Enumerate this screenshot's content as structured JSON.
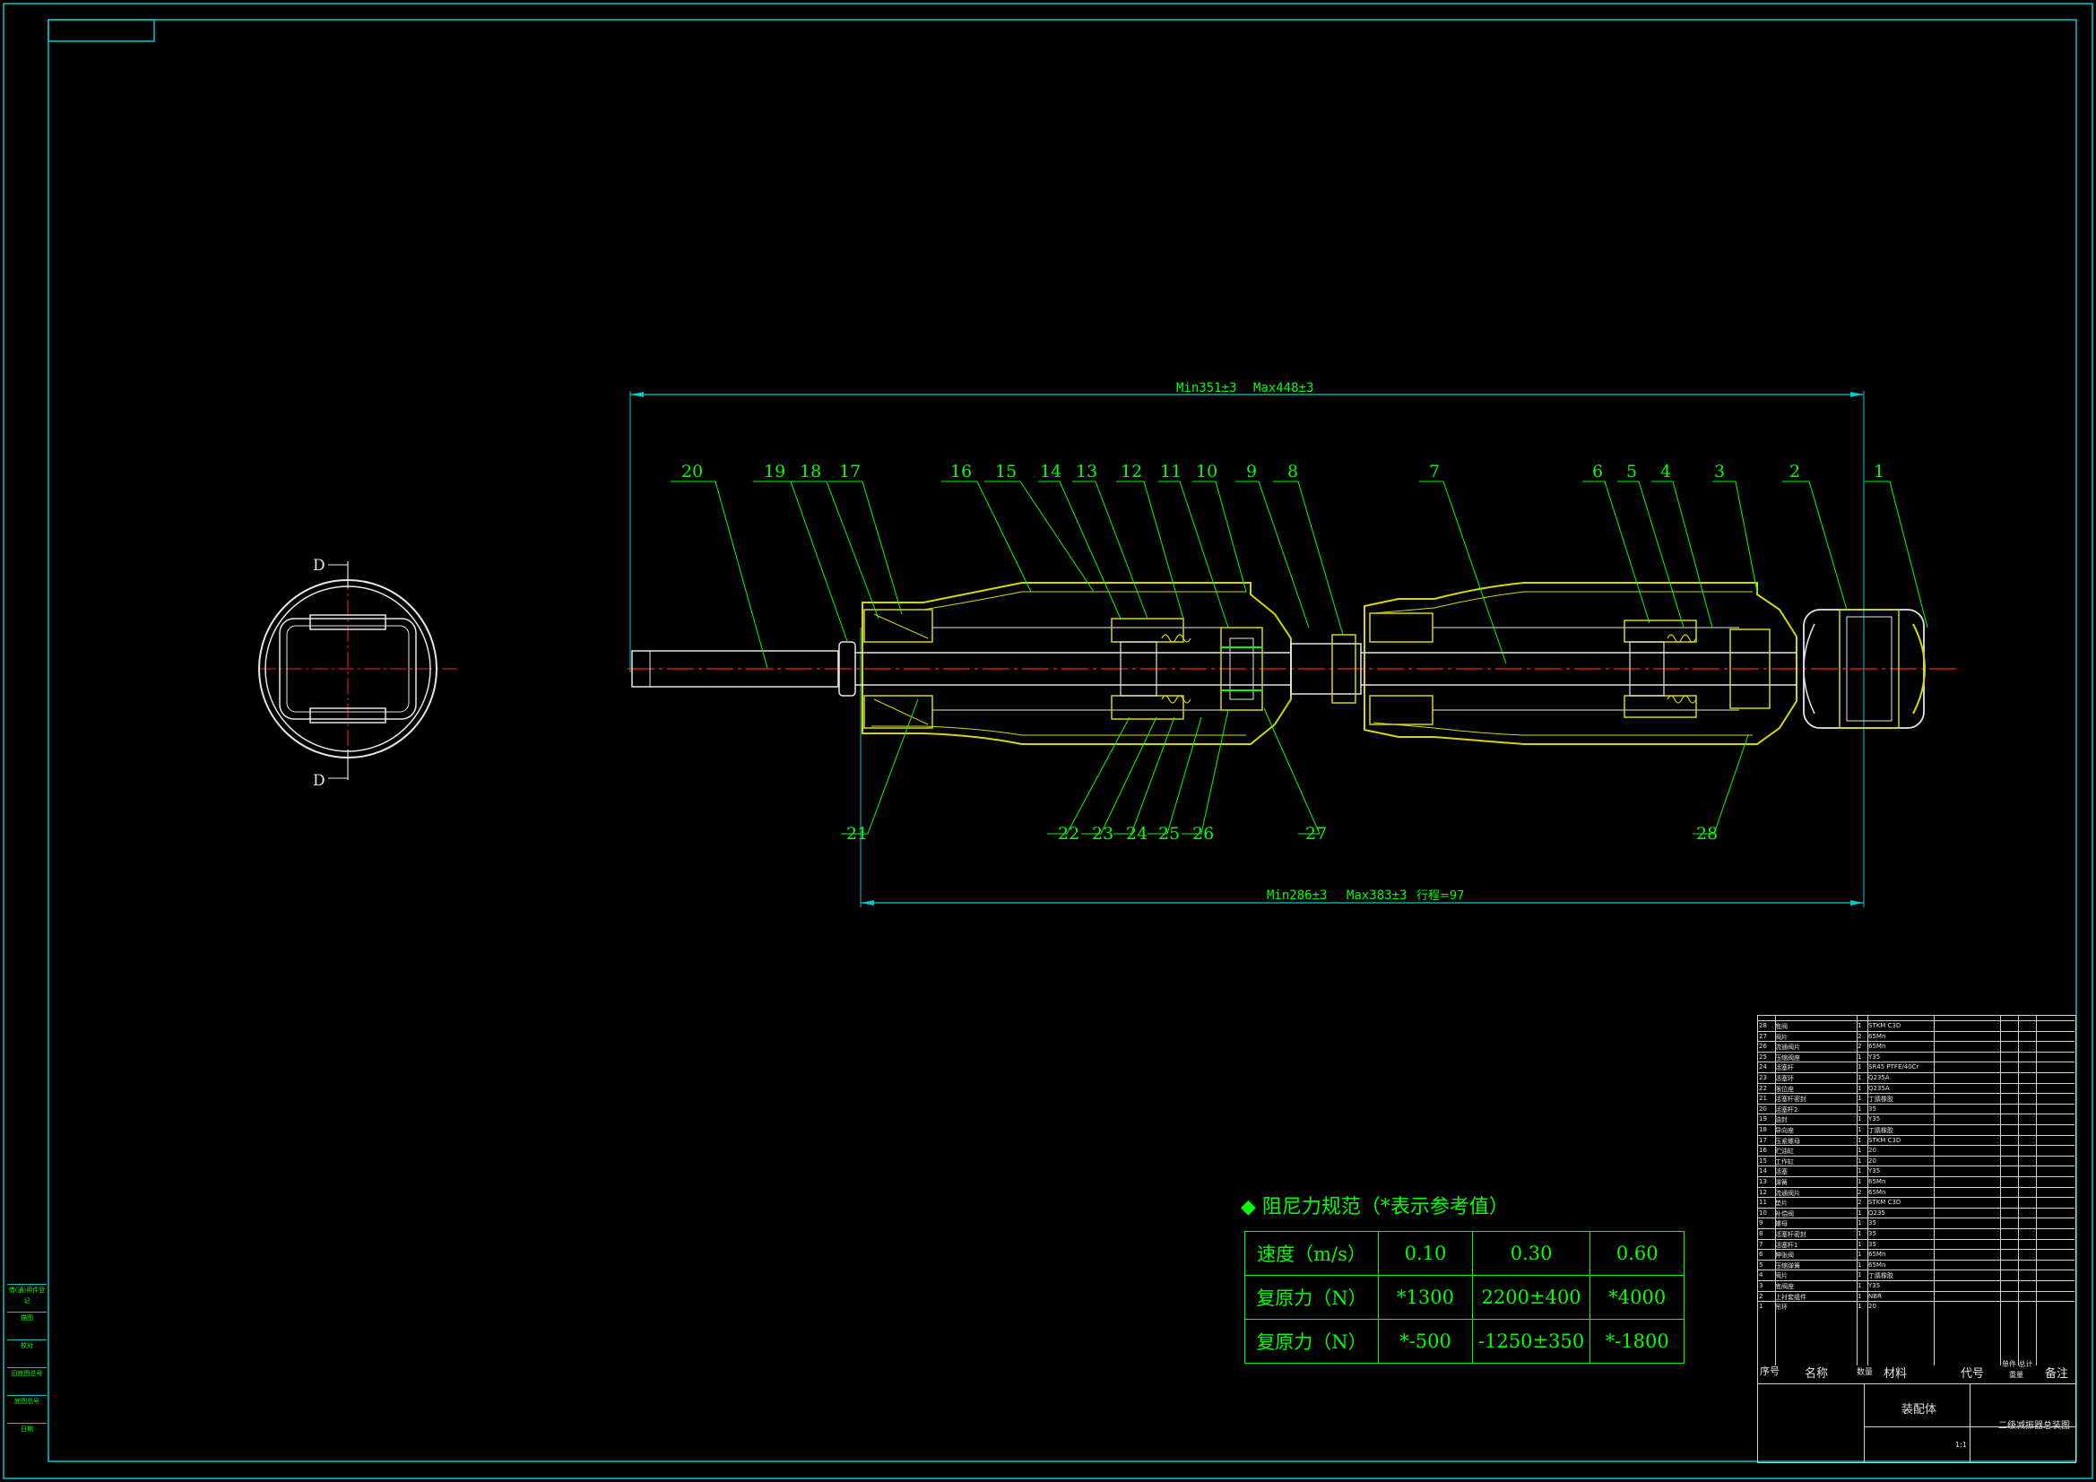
{
  "dimensions": {
    "top": {
      "min": "Min351±3",
      "max": "Max448±3"
    },
    "bottom": {
      "min": "Min286±3",
      "max": "Max383±3",
      "stroke": "行程=97"
    }
  },
  "section_marks": {
    "top": "D",
    "bottom": "D"
  },
  "callouts_top": [
    "20",
    "19",
    "18",
    "17",
    "16",
    "15",
    "14",
    "13",
    "12",
    "11",
    "10",
    "9",
    "8",
    "7",
    "6",
    "5",
    "4",
    "3",
    "2",
    "1"
  ],
  "callouts_bottom": [
    "21",
    "22",
    "23",
    "24",
    "25",
    "26",
    "27",
    "28"
  ],
  "damping": {
    "title": "阻尼力规范（*表示参考值）",
    "bullet": "◆",
    "rows": [
      {
        "label": "速度（m/s）",
        "values": [
          "0.10",
          "0.30",
          "0.60"
        ]
      },
      {
        "label": "复原力（N）",
        "values": [
          "*1300",
          "2200±400",
          "*4000"
        ]
      },
      {
        "label": "复原力（N）",
        "values": [
          "*-500",
          "-1250±350",
          "*-1800"
        ]
      }
    ]
  },
  "bom": {
    "headers": {
      "no": "序号",
      "name": "名称",
      "qty": "数量",
      "material": "材料",
      "code": "代号",
      "weight": "单件 总计",
      "weight_sub": "重量",
      "remark": "备注"
    },
    "rows": [
      {
        "no": "28",
        "name": "底阀",
        "qty": "1",
        "mat": "STKM C3D"
      },
      {
        "no": "27",
        "name": "阀片",
        "qty": "2",
        "mat": "65Mn"
      },
      {
        "no": "26",
        "name": "流通阀片",
        "qty": "2",
        "mat": "65Mn"
      },
      {
        "no": "25",
        "name": "压缩阀座",
        "qty": "1",
        "mat": "Y35"
      },
      {
        "no": "24",
        "name": "活塞杆",
        "qty": "1",
        "mat": "SR45 PTFE/40Cr"
      },
      {
        "no": "23",
        "name": "活塞环",
        "qty": "1",
        "mat": "Q235A"
      },
      {
        "no": "22",
        "name": "限位座",
        "qty": "1",
        "mat": "Q235A"
      },
      {
        "no": "21",
        "name": "活塞杆密封",
        "qty": "1",
        "mat": "丁腈橡胶"
      },
      {
        "no": "20",
        "name": "活塞杆2",
        "qty": "1",
        "mat": "35"
      },
      {
        "no": "19",
        "name": "油封",
        "qty": "1",
        "mat": "Y35"
      },
      {
        "no": "18",
        "name": "导向座",
        "qty": "1",
        "mat": "丁腈橡胶"
      },
      {
        "no": "17",
        "name": "压紧螺母",
        "qty": "1",
        "mat": "STKM C3D"
      },
      {
        "no": "16",
        "name": "贮油缸",
        "qty": "1",
        "mat": "20"
      },
      {
        "no": "15",
        "name": "工作缸",
        "qty": "1",
        "mat": "20"
      },
      {
        "no": "14",
        "name": "活塞",
        "qty": "1",
        "mat": "Y35"
      },
      {
        "no": "13",
        "name": "弹簧",
        "qty": "1",
        "mat": "65Mn"
      },
      {
        "no": "12",
        "name": "流通阀片",
        "qty": "2",
        "mat": "65Mn"
      },
      {
        "no": "11",
        "name": "垫片",
        "qty": "2",
        "mat": "STKM C3D"
      },
      {
        "no": "10",
        "name": "补偿阀",
        "qty": "1",
        "mat": "Q235"
      },
      {
        "no": "9",
        "name": "螺母",
        "qty": "1",
        "mat": "35"
      },
      {
        "no": "8",
        "name": "活塞杆密封",
        "qty": "1",
        "mat": "35"
      },
      {
        "no": "7",
        "name": "活塞杆1",
        "qty": "1",
        "mat": "35"
      },
      {
        "no": "6",
        "name": "伸张阀",
        "qty": "1",
        "mat": "65Mn"
      },
      {
        "no": "5",
        "name": "压缩弹簧",
        "qty": "1",
        "mat": "65Mn"
      },
      {
        "no": "4",
        "name": "阀片",
        "qty": "1",
        "mat": "丁腈橡胶"
      },
      {
        "no": "3",
        "name": "底阀座",
        "qty": "1",
        "mat": "Y35"
      },
      {
        "no": "2",
        "name": "上衬套组件",
        "qty": "1",
        "mat": "NBR"
      },
      {
        "no": "1",
        "name": "吊环",
        "qty": "1",
        "mat": "20"
      }
    ],
    "title_block": {
      "assembly": "装配体",
      "drawing_name": "二级减振器总装图",
      "scale": "1:1"
    }
  },
  "left_strip": [
    "借(通)用件登记",
    "描图",
    "校对",
    "旧底图总号",
    "底图总号",
    "日期"
  ],
  "colors": {
    "frame": "#00c8c8",
    "text": "#00ff00",
    "part": "#d8d800",
    "center": "#ff2020"
  }
}
